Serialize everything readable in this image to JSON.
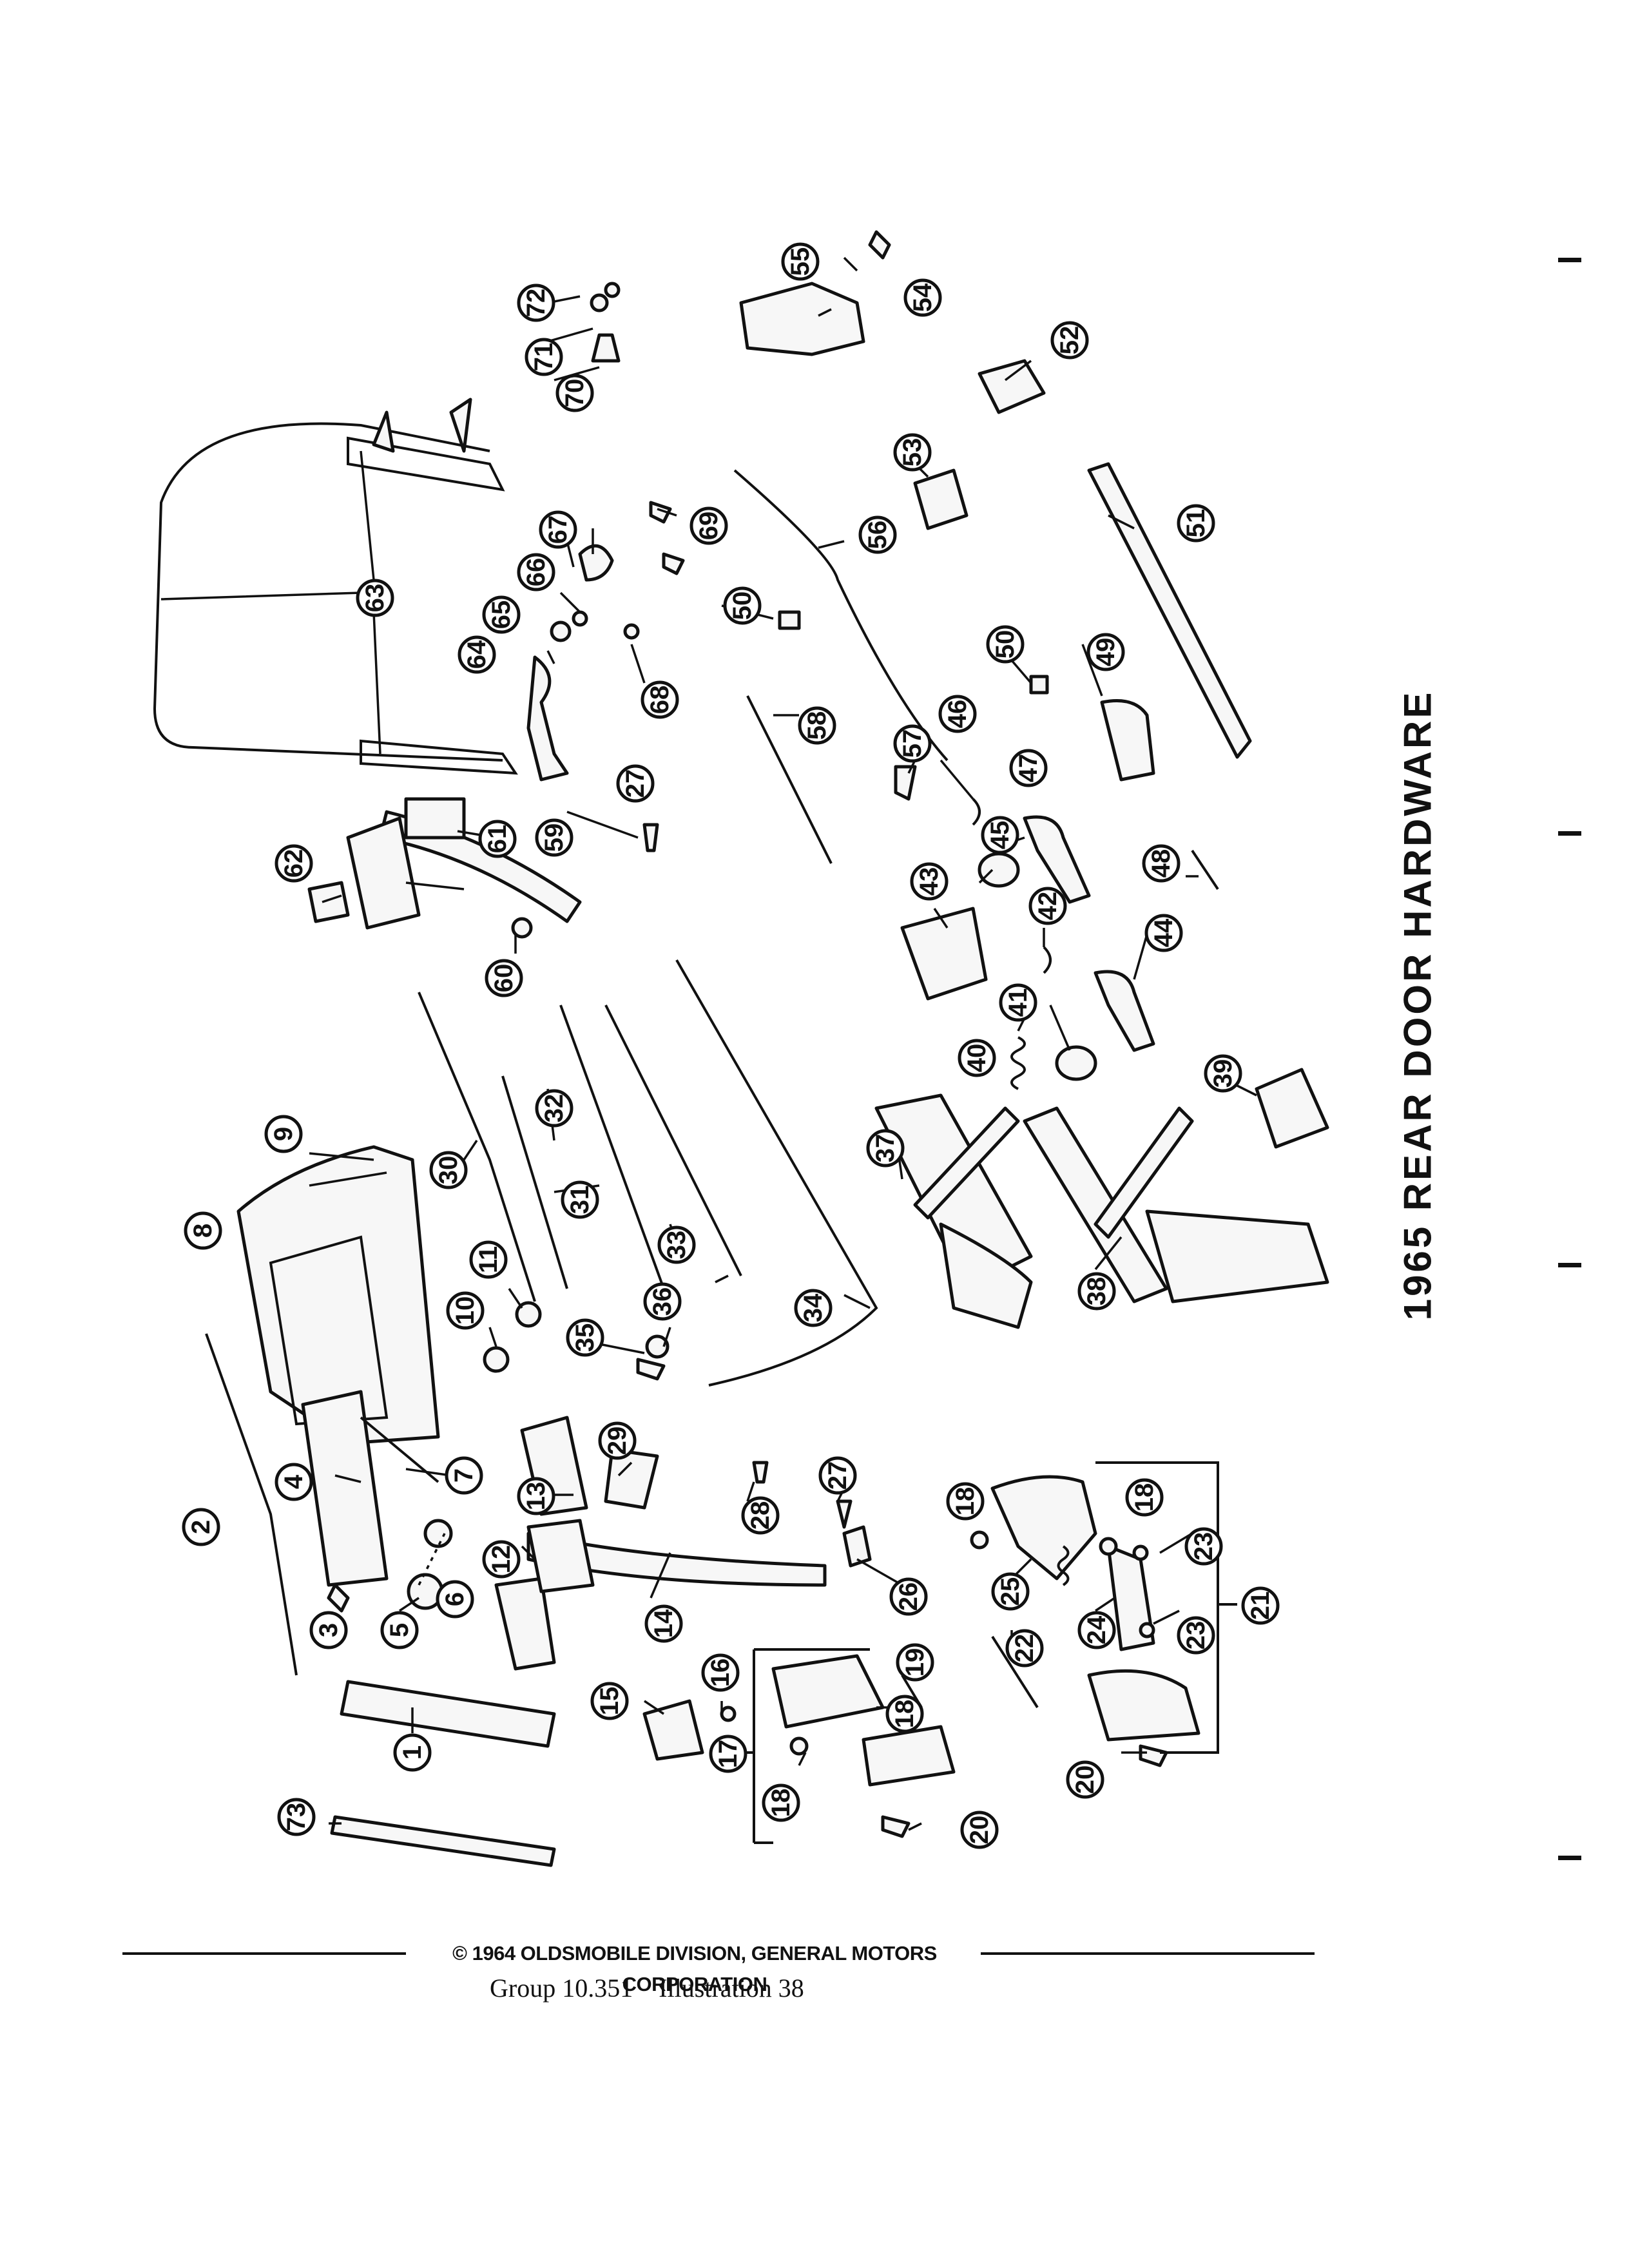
{
  "title": "1965 REAR DOOR HARDWARE",
  "footer": {
    "copyright": "© 1964 OLDSMOBILE DIVISION, GENERAL MOTORS CORPORATION",
    "group": "Group 10.351",
    "illustration": "Illustration 38"
  },
  "callouts": [
    "1",
    "2",
    "3",
    "4",
    "5",
    "6",
    "7",
    "8",
    "9",
    "10",
    "11",
    "12",
    "13",
    "14",
    "15",
    "16",
    "17",
    "18",
    "19",
    "20",
    "21",
    "22",
    "23",
    "24",
    "25",
    "26",
    "27",
    "28",
    "29",
    "30",
    "31",
    "32",
    "33",
    "34",
    "35",
    "36",
    "37",
    "38",
    "39",
    "40",
    "41",
    "42",
    "43",
    "44",
    "45",
    "46",
    "47",
    "48",
    "49",
    "50",
    "51",
    "52",
    "53",
    "54",
    "55",
    "56",
    "57",
    "58",
    "59",
    "60",
    "61",
    "62",
    "63",
    "64",
    "65",
    "66",
    "67",
    "68",
    "69",
    "70",
    "71",
    "72",
    "73"
  ]
}
